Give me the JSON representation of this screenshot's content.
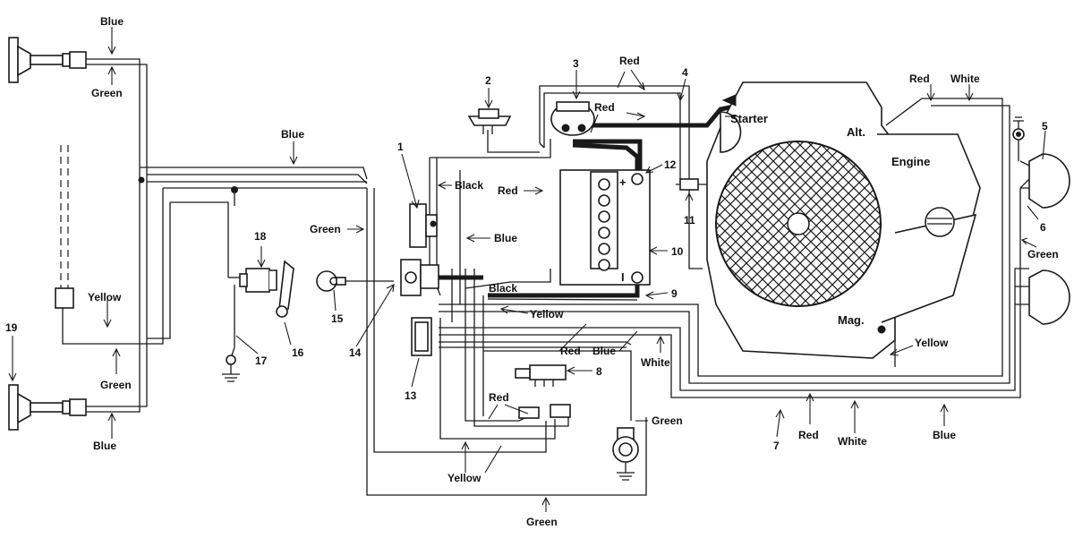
{
  "wire_labels": {
    "blue_top_left": "Blue",
    "green_top_left": "Green",
    "blue_upper_harness": "Blue",
    "green_mid": "Green",
    "yellow_left": "Yellow",
    "green_lower_left": "Green",
    "blue_bottom_left": "Blue",
    "black_upper": "Black",
    "red_center": "Red",
    "blue_center": "Blue",
    "red_top": "Red",
    "red_starter": "Red",
    "black_lower": "Black",
    "yellow_center": "Yellow",
    "red_harness": "Red",
    "blue_harness": "Blue",
    "white_harness": "White",
    "red_connector": "Red",
    "green_ground": "Green",
    "yellow_bottom": "Yellow",
    "green_bottom": "Green",
    "red_bottom": "Red",
    "white_bottom": "White",
    "blue_bottom_right": "Blue",
    "red_top_right": "Red",
    "white_top_right": "White",
    "yellow_right": "Yellow",
    "green_right": "Green"
  },
  "component_labels": {
    "starter": "Starter",
    "alternator": "Alt.",
    "engine": "Engine",
    "magneto": "Mag."
  },
  "callouts": [
    "1",
    "2",
    "3",
    "4",
    "5",
    "6",
    "7",
    "8",
    "9",
    "10",
    "11",
    "12",
    "13",
    "14",
    "15",
    "16",
    "17",
    "18",
    "19"
  ],
  "battery_terminals": {
    "positive": "+",
    "negative": "I"
  }
}
